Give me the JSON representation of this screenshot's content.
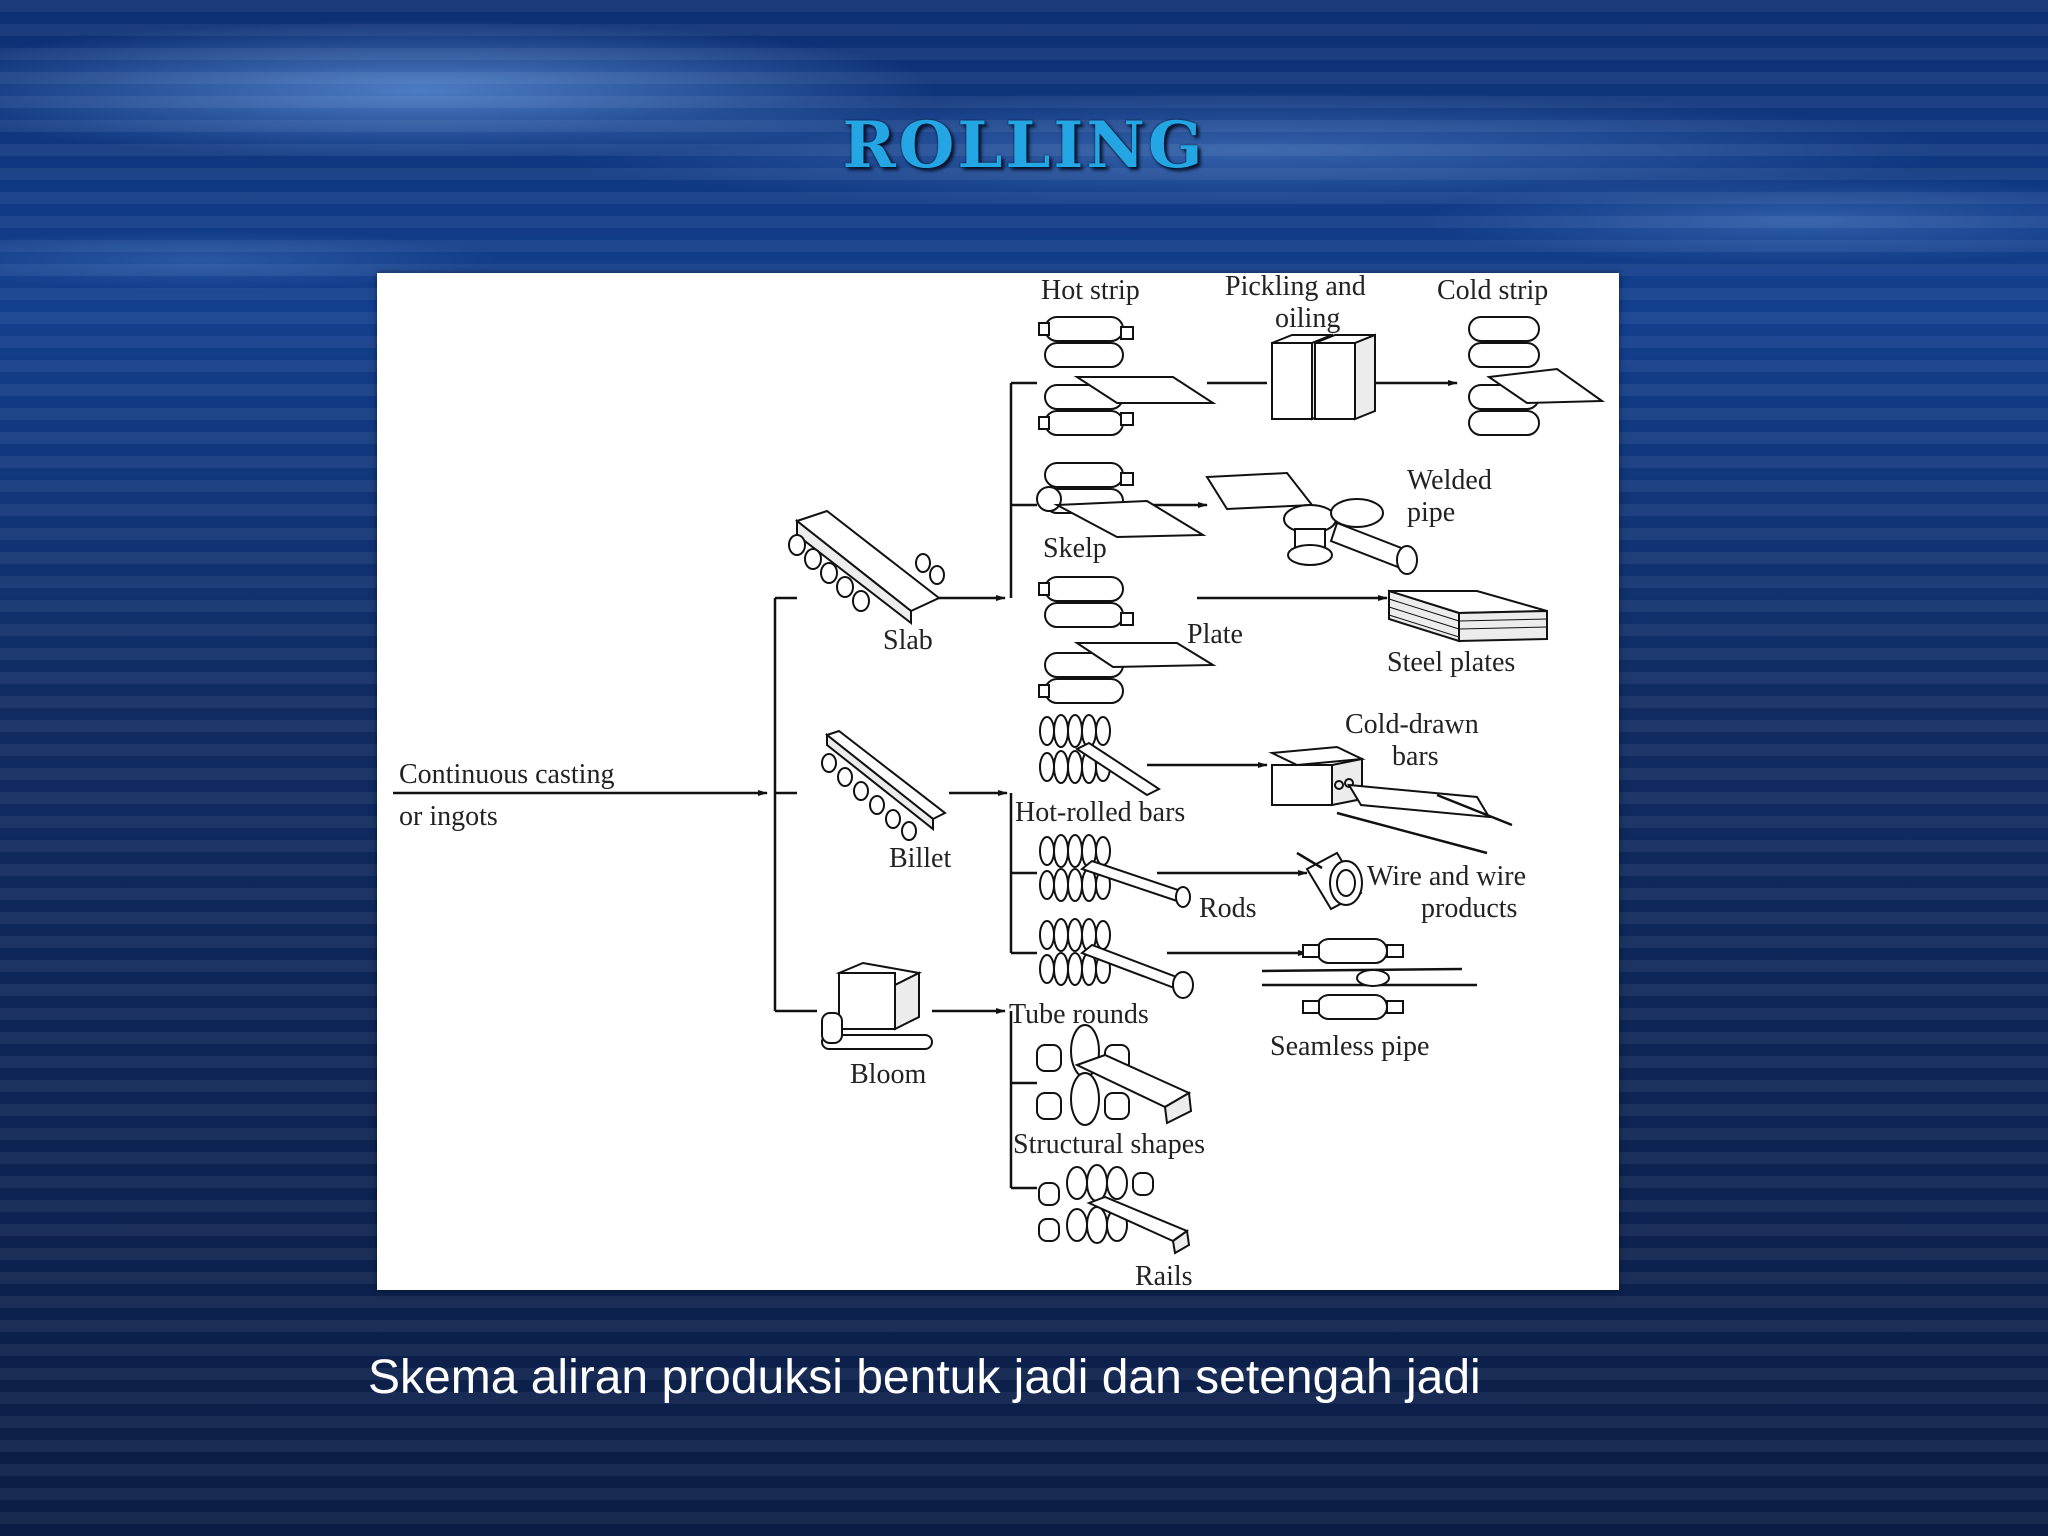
{
  "slide": {
    "title": "ROLLING",
    "caption": "Skema aliran produksi bentuk jadi dan setengah jadi",
    "colors": {
      "background": "#0f2452",
      "title": "#23a6e3",
      "caption": "#ffffff",
      "panel": "#ffffff"
    }
  },
  "diagram": {
    "source": {
      "line1": "Continuous casting",
      "line2": "or ingots"
    },
    "intermediates": {
      "slab": "Slab",
      "billet": "Billet",
      "bloom": "Bloom"
    },
    "slab_routes": {
      "hot_strip": "Hot strip",
      "pickling_line1": "Pickling and",
      "pickling_line2": "oiling",
      "cold_strip": "Cold strip",
      "skelp": "Skelp",
      "welded_line1": "Welded",
      "welded_line2": "pipe",
      "plate": "Plate",
      "steel_plates": "Steel plates"
    },
    "billet_routes": {
      "cold_drawn_line1": "Cold-drawn",
      "cold_drawn_line2": "bars",
      "hot_rolled_bars": "Hot-rolled bars",
      "rods": "Rods",
      "wire_line1": "Wire and wire",
      "wire_line2": "products"
    },
    "bloom_routes": {
      "tube_rounds": "Tube rounds",
      "seamless_pipe": "Seamless pipe",
      "structural_shapes": "Structural shapes",
      "rails": "Rails"
    }
  }
}
